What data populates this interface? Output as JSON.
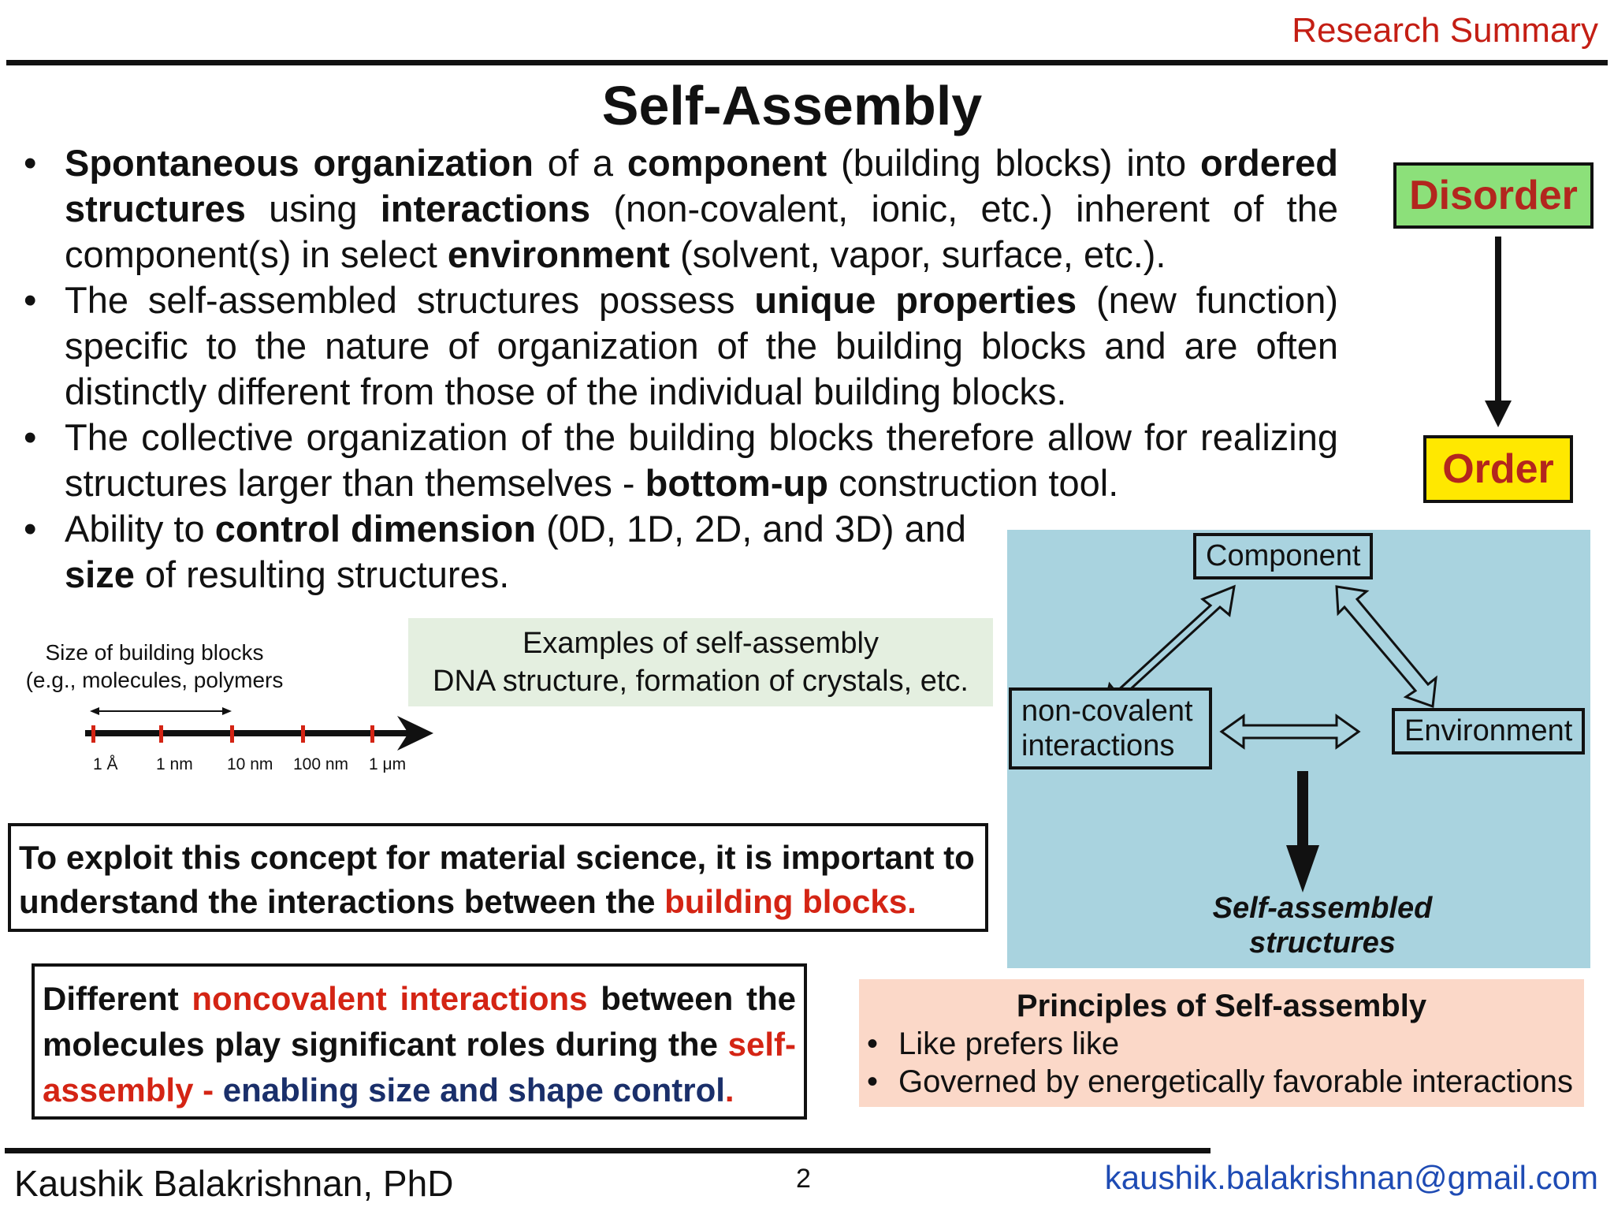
{
  "header": {
    "section_label": "Research Summary"
  },
  "title": "Self-Assembly",
  "bullets": [
    [
      {
        "t": "Spontaneous organization",
        "b": true
      },
      {
        "t": " of a ",
        "b": false
      },
      {
        "t": "component",
        "b": true
      },
      {
        "t": " (building blocks) into ",
        "b": false
      },
      {
        "t": "ordered structures",
        "b": true
      },
      {
        "t": " using ",
        "b": false
      },
      {
        "t": "interactions",
        "b": true
      },
      {
        "t": " (non-covalent, ionic, etc.) inherent of the component(s) in select ",
        "b": false
      },
      {
        "t": "environment",
        "b": true
      },
      {
        "t": " (solvent, vapor, surface, etc.).",
        "b": false
      }
    ],
    [
      {
        "t": "The self-assembled structures possess ",
        "b": false
      },
      {
        "t": "unique properties",
        "b": true
      },
      {
        "t": " (new function) specific to the nature of organization of the building blocks and are often distinctly different from those of the individual building blocks.",
        "b": false
      }
    ],
    [
      {
        "t": "The collective organization of the building blocks therefore allow for realizing structures larger than themselves - ",
        "b": false
      },
      {
        "t": "bottom-up",
        "b": true
      },
      {
        "t": " construction tool.",
        "b": false
      }
    ],
    [
      {
        "t": "Ability to ",
        "b": false
      },
      {
        "t": "control dimension",
        "b": true
      },
      {
        "t": " (0D, 1D, 2D, and 3D) and ",
        "b": false
      },
      {
        "t": "size",
        "b": true
      },
      {
        "t": " of resulting structures.",
        "b": false
      }
    ]
  ],
  "flow": {
    "top": "Disorder",
    "bottom": "Order",
    "top_color": "#8ce07a",
    "bottom_color": "#ffe800",
    "text_color": "#b3261e"
  },
  "diagram": {
    "component": "Component",
    "interactions": "non-covalent interactions",
    "environment": "Environment",
    "result": "Self-assembled structures",
    "bg_color": "#a9d3df"
  },
  "scale": {
    "caption_line1": "Size of building blocks",
    "caption_line2": "(e.g., molecules, polymers",
    "ticks": [
      "1 Å",
      "1 nm",
      "10 nm",
      "100 nm",
      "1 μm"
    ]
  },
  "examples": {
    "line1": "Examples of self-assembly",
    "line2": "DNA structure, formation of crystals, etc."
  },
  "box1": {
    "text": "To exploit this concept for material science, it is important to understand the interactions between the ",
    "highlight": "building blocks."
  },
  "box2": {
    "p1": "Different ",
    "p2": "noncovalent interactions",
    "p3": " between the molecules play significant roles during the ",
    "p4": "self-assembly - ",
    "p5": "enabling size and shape control",
    "p6": "."
  },
  "principles": {
    "heading": "Principles of Self-assembly",
    "items": [
      "Like prefers like",
      "Governed by energetically favorable interactions"
    ]
  },
  "footer": {
    "author": "Kaushik Balakrishnan, PhD",
    "page": "2",
    "email": "kaushik.balakrishnan@gmail.com"
  },
  "colors": {
    "accent_red": "#d42414",
    "navy": "#1a2f6a",
    "examples_bg": "#e4efe0",
    "principles_bg": "#fbd8c8",
    "email": "#1e4bb4"
  }
}
